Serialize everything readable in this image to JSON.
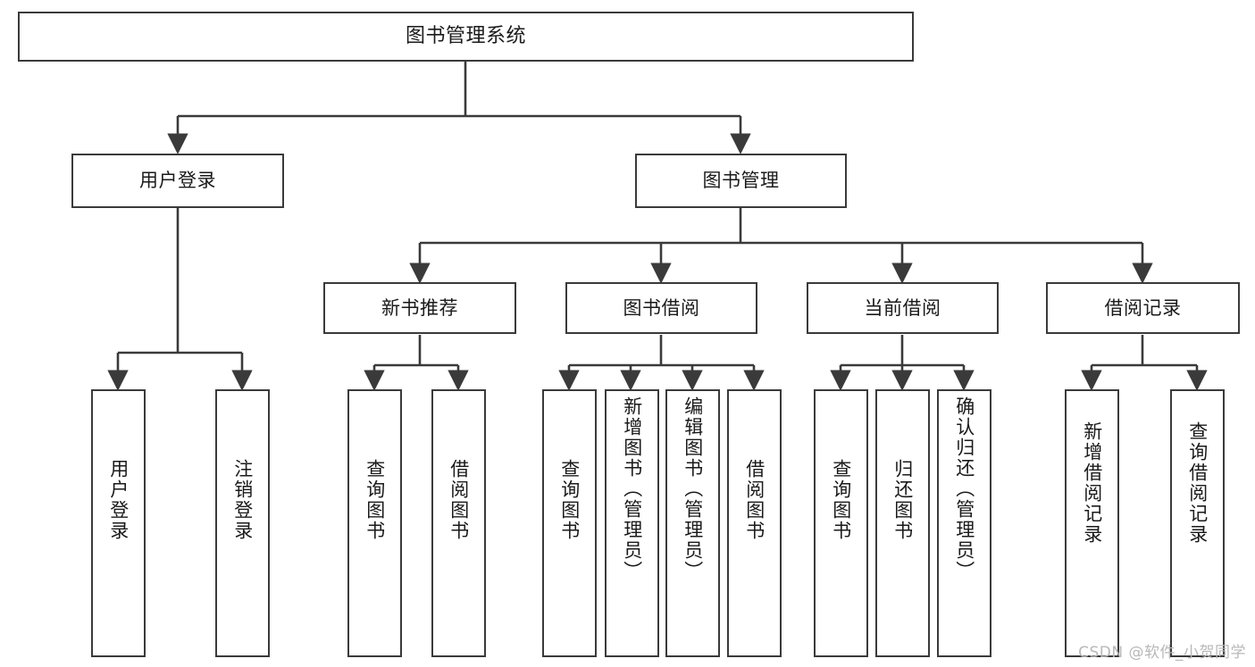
{
  "diagram": {
    "type": "tree-hierarchy",
    "title": "图书管理系统",
    "watermark": "CSDN @软件_小贺同学",
    "style": {
      "box_border_color": "#3a3a3a",
      "box_fill_color": "#ffffff",
      "connector_color": "#3a3a3a",
      "text_color": "#1a1a1a",
      "watermark_color": "#b8b8b8",
      "background": "#ffffff"
    },
    "nodes": {
      "root": {
        "label": "图书管理系统",
        "level": 1,
        "orientation": "horizontal"
      },
      "l2": [
        {
          "id": "user-login",
          "label": "用户登录",
          "level": 2,
          "orientation": "horizontal"
        },
        {
          "id": "book-manage",
          "label": "图书管理",
          "level": 2,
          "orientation": "horizontal"
        }
      ],
      "l3": [
        {
          "id": "new-book-recommend",
          "label": "新书推荐",
          "level": 3,
          "orientation": "horizontal",
          "parent": "book-manage"
        },
        {
          "id": "book-borrow",
          "label": "图书借阅",
          "level": 3,
          "orientation": "horizontal",
          "parent": "book-manage"
        },
        {
          "id": "current-borrow",
          "label": "当前借阅",
          "level": 3,
          "orientation": "horizontal",
          "parent": "book-manage"
        },
        {
          "id": "borrow-record",
          "label": "借阅记录",
          "level": 3,
          "orientation": "horizontal",
          "parent": "book-manage"
        }
      ],
      "leaves": [
        {
          "id": "leaf-user-login",
          "label": "用户登录",
          "parent": "user-login",
          "orientation": "vertical"
        },
        {
          "id": "leaf-logout-login",
          "label": "注销登录",
          "parent": "user-login",
          "orientation": "vertical"
        },
        {
          "id": "leaf-query-book-1",
          "label": "查询图书",
          "parent": "new-book-recommend",
          "orientation": "vertical"
        },
        {
          "id": "leaf-borrow-book-1",
          "label": "借阅图书",
          "parent": "new-book-recommend",
          "orientation": "vertical"
        },
        {
          "id": "leaf-query-book-2",
          "label": "查询图书",
          "parent": "book-borrow",
          "orientation": "vertical"
        },
        {
          "id": "leaf-add-book",
          "label": "新增图书（管理员）",
          "parent": "book-borrow",
          "orientation": "vertical"
        },
        {
          "id": "leaf-edit-book",
          "label": "编辑图书（管理员）",
          "parent": "book-borrow",
          "orientation": "vertical"
        },
        {
          "id": "leaf-borrow-book-2",
          "label": "借阅图书",
          "parent": "book-borrow",
          "orientation": "vertical"
        },
        {
          "id": "leaf-query-book-3",
          "label": "查询图书",
          "parent": "current-borrow",
          "orientation": "vertical"
        },
        {
          "id": "leaf-return-book",
          "label": "归还图书",
          "parent": "current-borrow",
          "orientation": "vertical"
        },
        {
          "id": "leaf-confirm-return",
          "label": "确认归还（管理员）",
          "parent": "current-borrow",
          "orientation": "vertical"
        },
        {
          "id": "leaf-add-record",
          "label": "新增借阅记录",
          "parent": "borrow-record",
          "orientation": "vertical"
        },
        {
          "id": "leaf-query-record",
          "label": "查询借阅记录",
          "parent": "borrow-record",
          "orientation": "vertical"
        }
      ]
    }
  }
}
